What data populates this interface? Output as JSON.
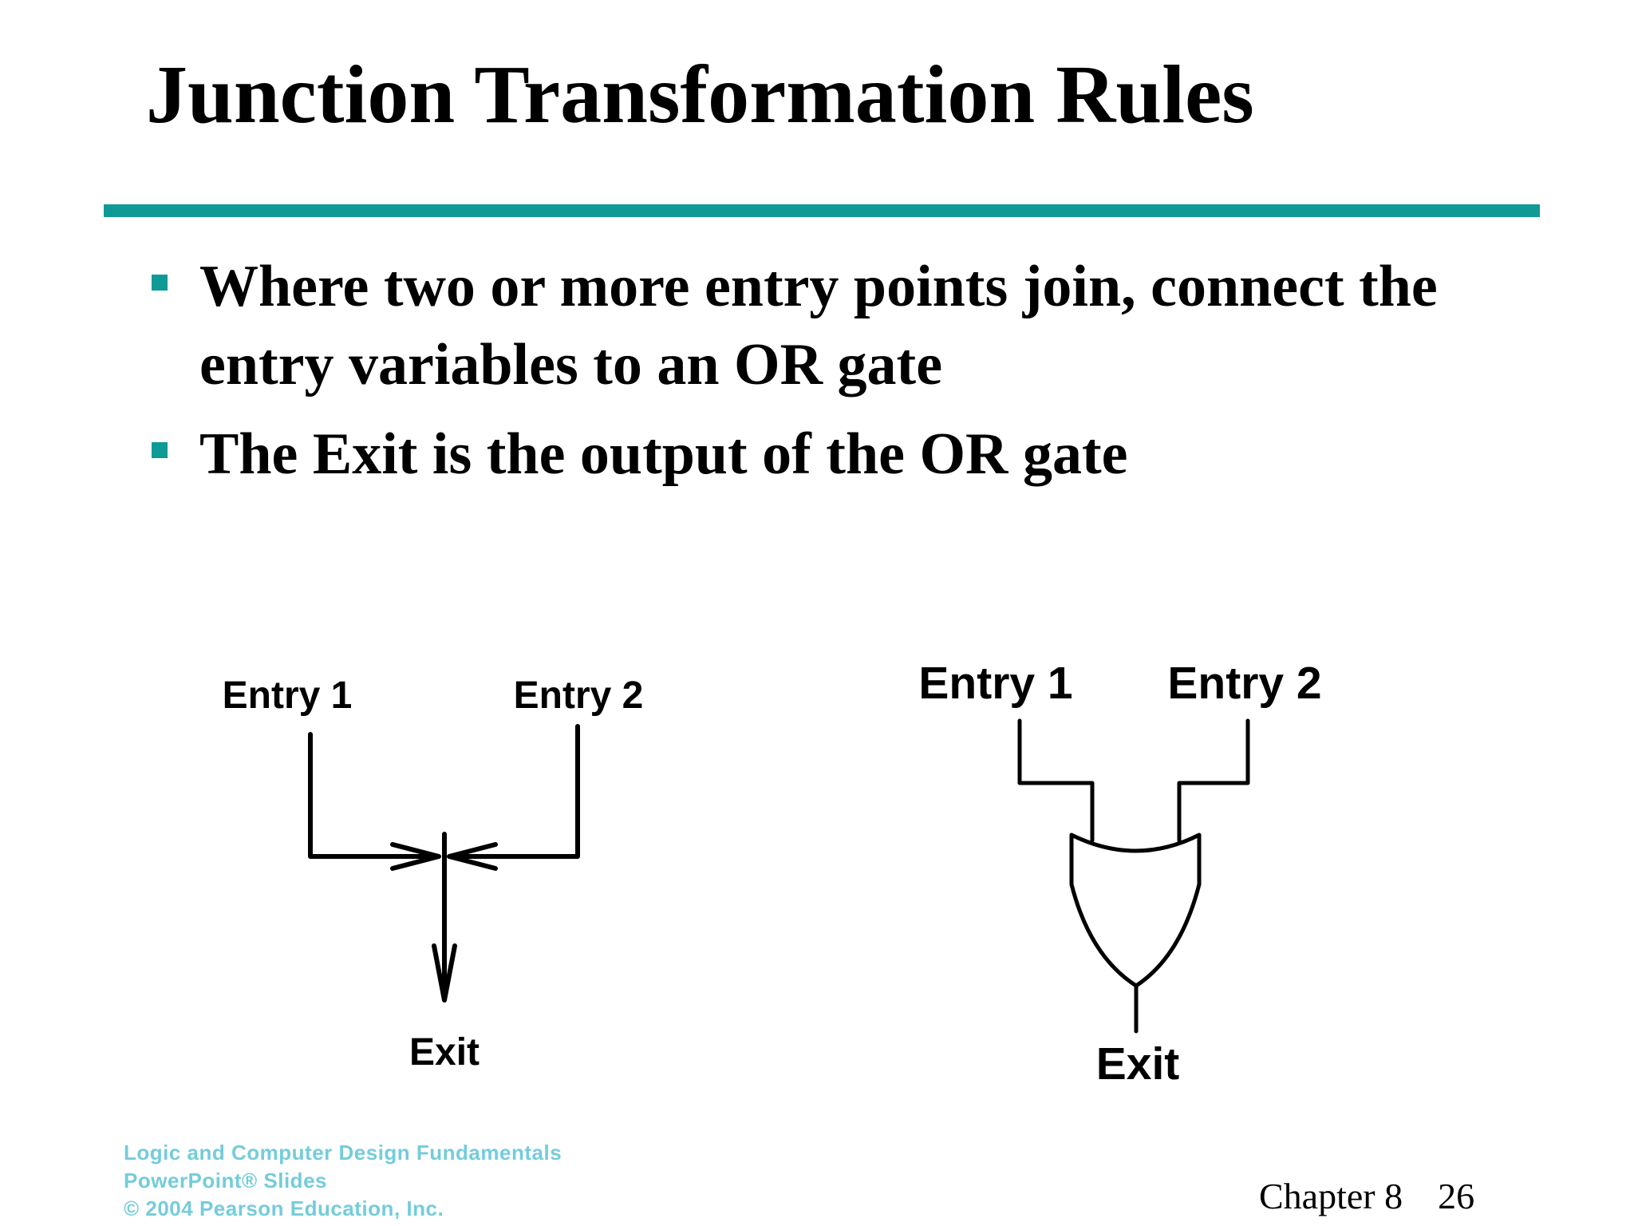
{
  "slide": {
    "title": "Junction Transformation Rules",
    "bullets": [
      "Where two or more entry points join, connect the entry variables to an OR gate",
      "The Exit is the output of the OR gate"
    ]
  },
  "diagrams": {
    "junction": {
      "entry1": "Entry 1",
      "entry2": "Entry 2",
      "exit": "Exit"
    },
    "or_gate": {
      "entry1": "Entry 1",
      "entry2": "Entry 2",
      "exit": "Exit"
    }
  },
  "footer": {
    "credit_lines": [
      "Logic and Computer Design Fundamentals",
      "PowerPoint® Slides",
      "© 2004 Pearson Education, Inc."
    ],
    "chapter": "Chapter 8",
    "page": "26"
  },
  "colors": {
    "accent": "#0f9a96",
    "credit": "#5cc4d4",
    "text": "#000000"
  }
}
